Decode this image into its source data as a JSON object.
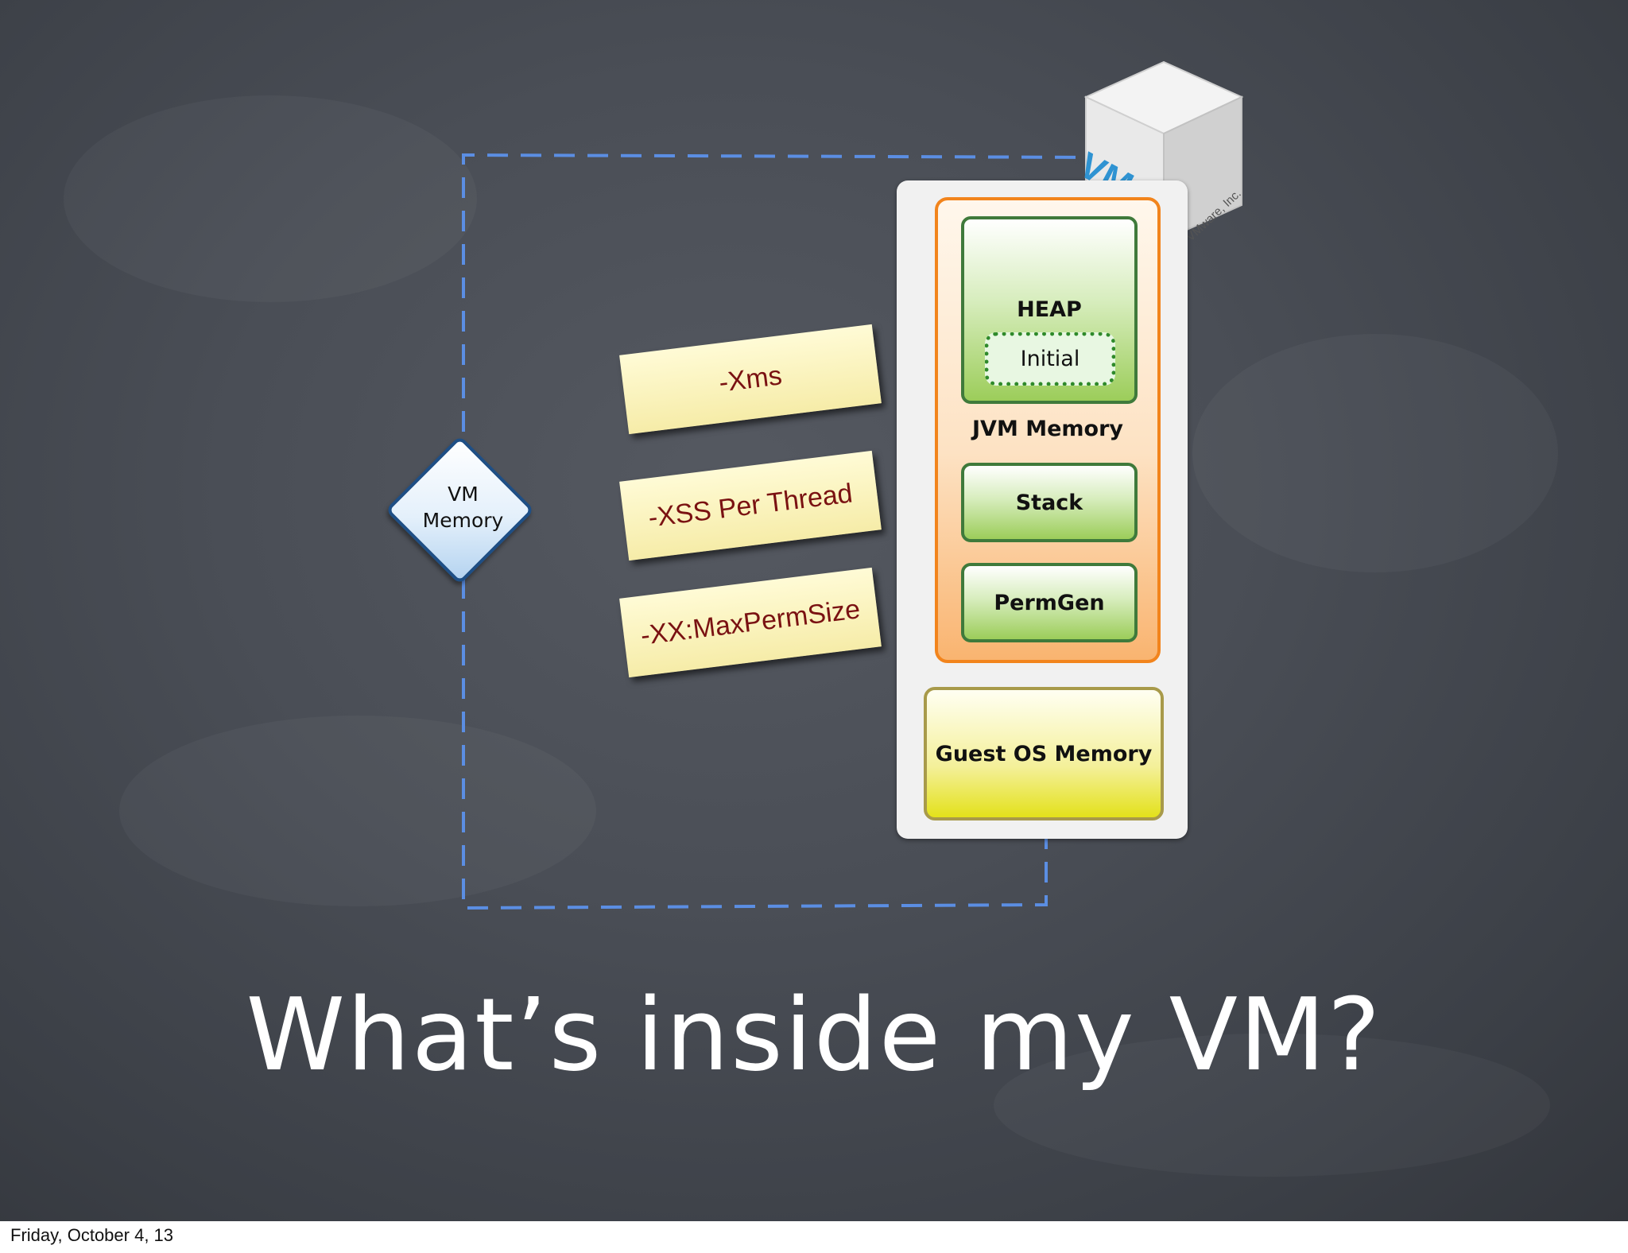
{
  "slide": {
    "title": "What’s inside my VM?",
    "footer_date": "Friday, October 4, 13"
  },
  "diagram": {
    "vm_memory_label_line1": "VM",
    "vm_memory_label_line2": "Memory",
    "notes": [
      {
        "text": "-Xms"
      },
      {
        "text": "-XSS Per Thread"
      },
      {
        "text": "-XX:MaxPermSize"
      }
    ],
    "heap_label": "HEAP",
    "initial_label": "Initial",
    "jvm_memory_label": "JVM Memory",
    "stack_label": "Stack",
    "permgen_label": "PermGen",
    "guest_os_label": "Guest OS Memory",
    "cube_label": "VM",
    "cube_copyright": "© VMware, Inc."
  },
  "colors": {
    "chalkboard": "#4a4e56",
    "dashed_line": "#5b8ee3",
    "jvm_border": "#f2841c",
    "green_border": "#3f7a3b",
    "note_text": "#7a1212",
    "title_text": "#ffffff"
  }
}
